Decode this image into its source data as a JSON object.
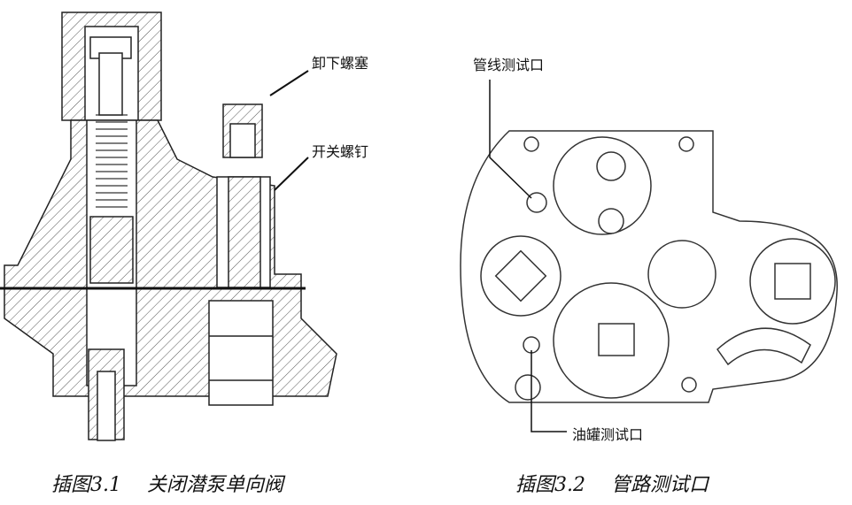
{
  "figure1": {
    "callouts": {
      "remove_plug": "卸下螺塞",
      "switch_screw": "开关螺钉"
    },
    "caption": {
      "number": "插图3.1",
      "title": "关闭潜泵单向阀"
    }
  },
  "figure2": {
    "callouts": {
      "line_test_port": "管线测试口",
      "tank_test_port": "油罐测试口"
    },
    "caption": {
      "number": "插图3.2",
      "title": "管路测试口"
    }
  }
}
